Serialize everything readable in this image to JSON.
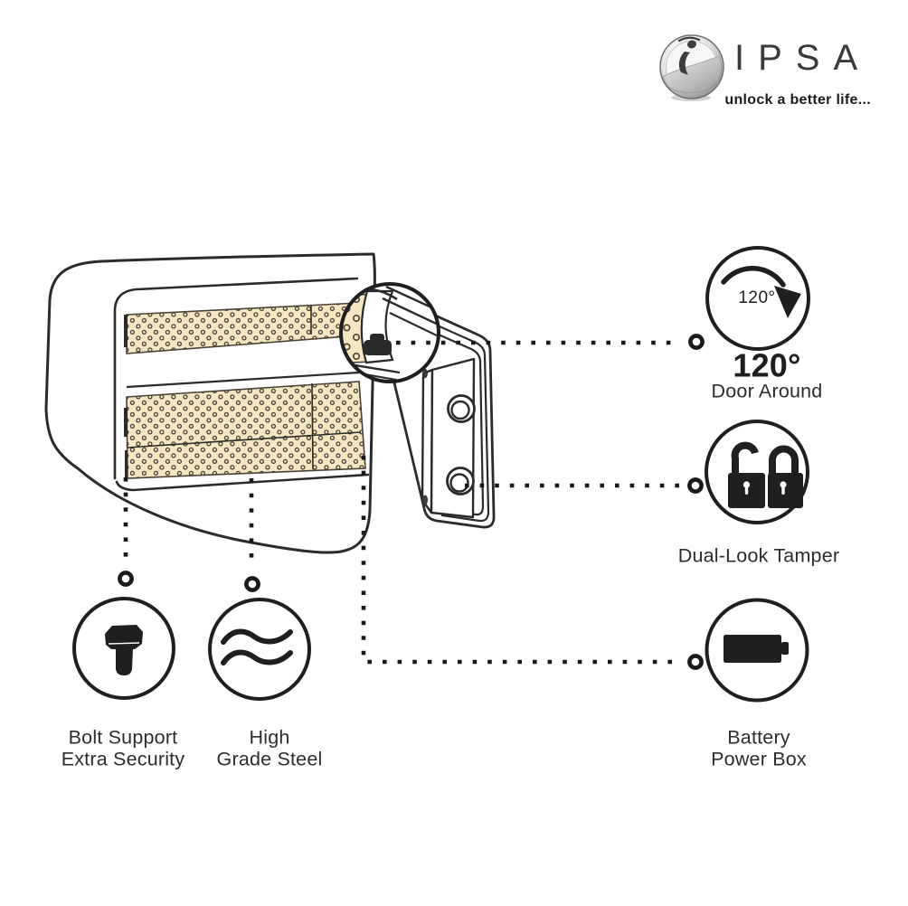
{
  "page": {
    "background_color": "#ffffff"
  },
  "logo": {
    "brand": "IPSA",
    "tagline": "unlock a better life...",
    "emblem_icon": "ipsa-monogram-icon"
  },
  "illustration": {
    "subject": "digital safe with open door, two perforated interior shelves and magnified hinge detail",
    "interior_fill_color": "#f6e7c3",
    "perforation_color": "#4a4238",
    "line_color": "#1f1f1f"
  },
  "features": [
    {
      "name": "door-around",
      "icon": "rotation-arrow-icon",
      "badge": "120°",
      "lines": [
        "120°",
        "Door Around"
      ]
    },
    {
      "name": "dual-look-tamper",
      "icon": "dual-padlock-icon",
      "lines": [
        "Dual-Look Tamper"
      ]
    },
    {
      "name": "battery-power-box",
      "icon": "battery-icon",
      "lines": [
        "Battery",
        "Power Box"
      ]
    },
    {
      "name": "bolt-support",
      "icon": "bolt-icon",
      "lines": [
        "Bolt Support",
        "Extra Security"
      ]
    },
    {
      "name": "high-grade-steel",
      "icon": "steel-waves-icon",
      "lines": [
        "High",
        "Grade Steel"
      ]
    }
  ]
}
